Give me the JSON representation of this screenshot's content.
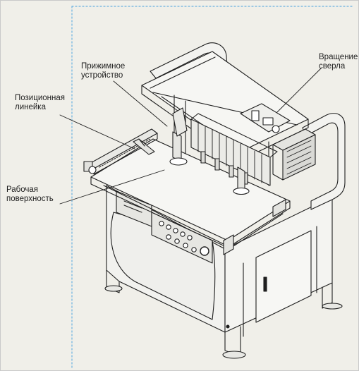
{
  "callouts": {
    "clamp": {
      "line1": "Прижимное",
      "line2": "устройство"
    },
    "drill_rotation": {
      "line1": "Вращение",
      "line2": "сверла"
    },
    "positional_ruler": {
      "line1": "Позиционная",
      "line2": "линейка"
    },
    "work_surface": {
      "line1": "Рабочая",
      "line2": "поверхность"
    }
  },
  "colors": {
    "background": "#f0efe9",
    "guide": "#6ab1e0",
    "ink": "#1e1e1e",
    "panel": "#e6e6e2"
  }
}
